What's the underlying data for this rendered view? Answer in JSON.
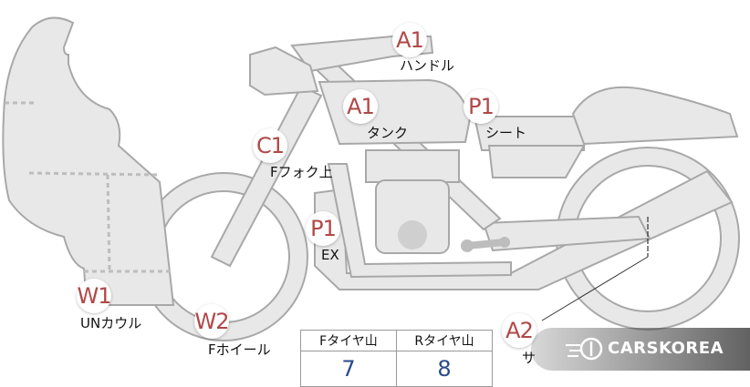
{
  "parts": [
    {
      "code": "A1",
      "label": "ハンドル"
    },
    {
      "code": "A1",
      "label": "タンク"
    },
    {
      "code": "P1",
      "label": "シート"
    },
    {
      "code": "C1",
      "label": "Fフォク上"
    },
    {
      "code": "P1",
      "label": "EX"
    },
    {
      "code": "W1",
      "label": "UNカウル"
    },
    {
      "code": "W2",
      "label": "Fホイール"
    },
    {
      "code": "A2",
      "label": "サ"
    }
  ],
  "tire_table": {
    "headers": [
      "Fタイヤ山",
      "Rタイヤ山"
    ],
    "values": [
      "7",
      "8"
    ]
  },
  "watermark": {
    "text": "CARSKOREA"
  },
  "colors": {
    "badge_text": "#b04848",
    "value_text": "#2a4a8a",
    "outline": "#a8a8a8",
    "fill": "#e8e8e8"
  }
}
